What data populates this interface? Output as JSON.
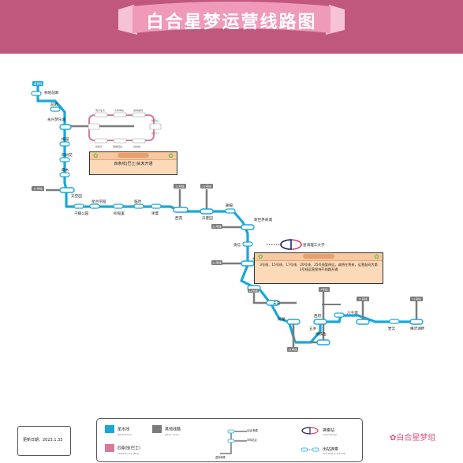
{
  "title": "白合星梦运营线路图",
  "colors": {
    "header": "#c0587e",
    "line_main": "#1aa7d8",
    "line_other": "#7b7b7b",
    "line_pink": "#d77b97",
    "interchange_red": "#e0445a",
    "interchange_navy": "#1c2c6e"
  },
  "terminal_top": "星夢线",
  "stations": {
    "s1": "林地前哨",
    "s2": "前哨",
    "s3": "永兴梦乐城",
    "s4": "梅园",
    "s5": "照树花",
    "s6": "霜木",
    "s7": "天空园",
    "s8": "千縁公园",
    "s9": "星台学园",
    "s10": "桁桜里",
    "s11": "临时",
    "s12": "栄夏",
    "s13": "西苑",
    "s14": "升夏园",
    "s15": "朝陽",
    "s16": "新世界商城",
    "s17": "资信",
    "s18": "星海理工大学",
    "s19": "星迹工商",
    "s20": "黑夜新都",
    "s21": "天庆",
    "s22": "前湖",
    "s23": "西府",
    "s24": "五岁",
    "s25": "六千建",
    "s26": "地铁鱼",
    "s27": "岩云",
    "s28": "横沢湖畔"
  },
  "loop_stations": [
    "明日仙市",
    "方承驿站",
    "旭城堂院",
    "世界立",
    "东大门",
    "和新乐",
    "鑒楼园站",
    "创世地"
  ],
  "tags": [
    "11号线",
    "11号线",
    "11号线",
    "11号线",
    "11号线",
    "7号线",
    "11号线",
    "11号线",
    "11号线",
    "11号线"
  ],
  "notice1": {
    "text": "四条线(巴士)尚未开通"
  },
  "notice2": {
    "text": "3号线、15号线、17号线、20号线、25号线暂停运，或将在将来，运营起码为第3号线运营保持不线路开通"
  },
  "legend": {
    "main_line": "星水线",
    "main_line_sub": "Default Line",
    "other_line": "其他线路",
    "other_line_sub": "Other Lines",
    "pink_line": "四条线(巴士)",
    "pink_line_sub": "Flexible Line (Bus)",
    "branch_top": "出站/换乘",
    "branch_mid": "中转站点",
    "branch_bottom": "虚拟换乘",
    "interchange": "换乘站",
    "interchange_sub": "Interchange",
    "outstation": "出站换乘",
    "outstation_sub": "Out-station transfer"
  },
  "date_label": "更新日期：2023.1.33",
  "brand": "白合星梦组"
}
